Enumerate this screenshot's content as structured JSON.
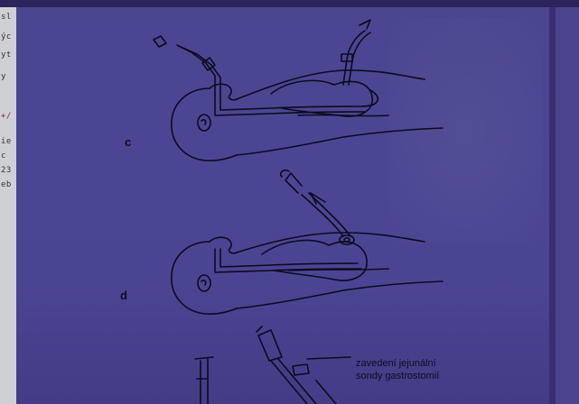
{
  "left_strip_fragments": [
    "sl",
    "ýc",
    "yt",
    "y",
    "+/",
    "ie",
    "c",
    "23",
    "eb"
  ],
  "panel_labels": {
    "c": "c",
    "d": "d"
  },
  "caption": {
    "line1": "zavedení jejunální",
    "line2": "sondy gastrostomií"
  }
}
